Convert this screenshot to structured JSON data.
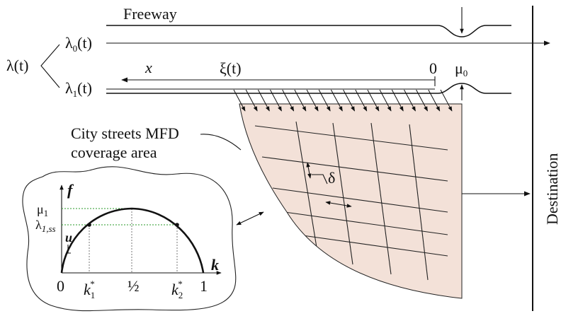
{
  "labels": {
    "freeway": "Freeway",
    "lambda_t": "λ(t)",
    "lambda0": "λ",
    "lambda0_sub": "0",
    "lambda0_arg": "(t)",
    "lambda1": "λ",
    "lambda1_sub": "1",
    "lambda1_arg": "(t)",
    "x_axis": "x",
    "xi_t": "ξ(t)",
    "zero_freeway": "0",
    "mu0": "μ",
    "mu0_sub": "0",
    "destination": "Destination",
    "mfd_line1": "City streets MFD",
    "mfd_line2": "coverage area",
    "delta": "δ"
  },
  "inset": {
    "f_axis": "f",
    "k_axis": "k",
    "mu1": "μ",
    "mu1_sub": "1",
    "lambda_ss": "λ",
    "lambda_ss_sub": "1,ss",
    "u": "u",
    "tick_0": "0",
    "tick_k1": "k",
    "tick_k1_sub": "1",
    "tick_k1_sup": "*",
    "tick_half": "½",
    "tick_k2": "k",
    "tick_k2_sub": "2",
    "tick_k2_sup": "*",
    "tick_1": "1"
  },
  "colors": {
    "area_fill": "#f3e1d8",
    "dashed_green": "#2a9a2a",
    "line": "#111111"
  }
}
